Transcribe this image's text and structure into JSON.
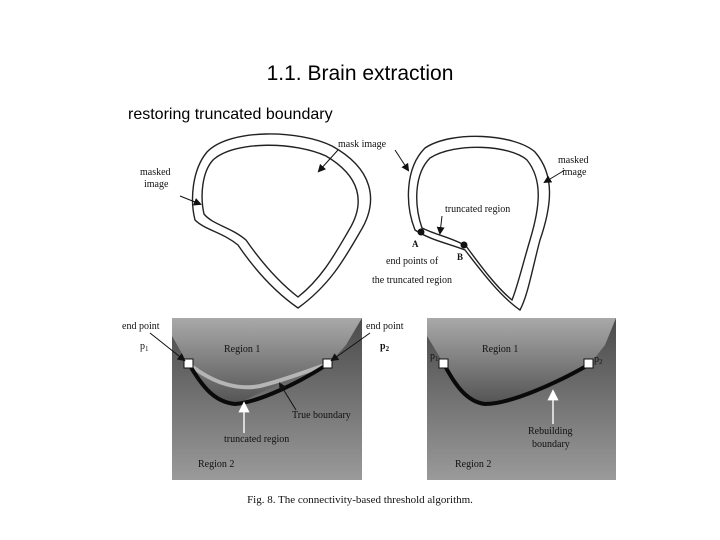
{
  "slide": {
    "title": "1.1. Brain extraction",
    "subtitle": "restoring truncated boundary"
  },
  "top_left_panel": {
    "label_mask_image": "mask image",
    "label_masked_image_line1": "masked",
    "label_masked_image_line2": "image"
  },
  "top_right_panel": {
    "label_masked_image_line1": "masked",
    "label_masked_image_line2": "image",
    "label_truncated_region": "truncated region",
    "label_point_a": "A",
    "label_point_b": "B",
    "label_end_points_line1": "end points of",
    "label_end_points_line2": "the truncated region"
  },
  "bottom_left_panel": {
    "label_end_point_left": "end point",
    "label_end_point_right": "end point",
    "label_p1": "p",
    "label_p1_sub": "1",
    "label_p2": "p",
    "label_p2_sub": "2",
    "label_region1": "Region 1",
    "label_region2": "Region 2",
    "label_true_boundary": "True boundary",
    "label_truncated_region": "truncated region"
  },
  "bottom_right_panel": {
    "label_p1": "p",
    "label_p1_sub": "1",
    "label_p2": "p",
    "label_p2_sub": "2",
    "label_region1": "Region 1",
    "label_region2": "Region 2",
    "label_rebuilding_line1": "Rebuilding",
    "label_rebuilding_line2": "boundary"
  },
  "caption": "Fig. 8. The connectivity-based threshold algorithm."
}
